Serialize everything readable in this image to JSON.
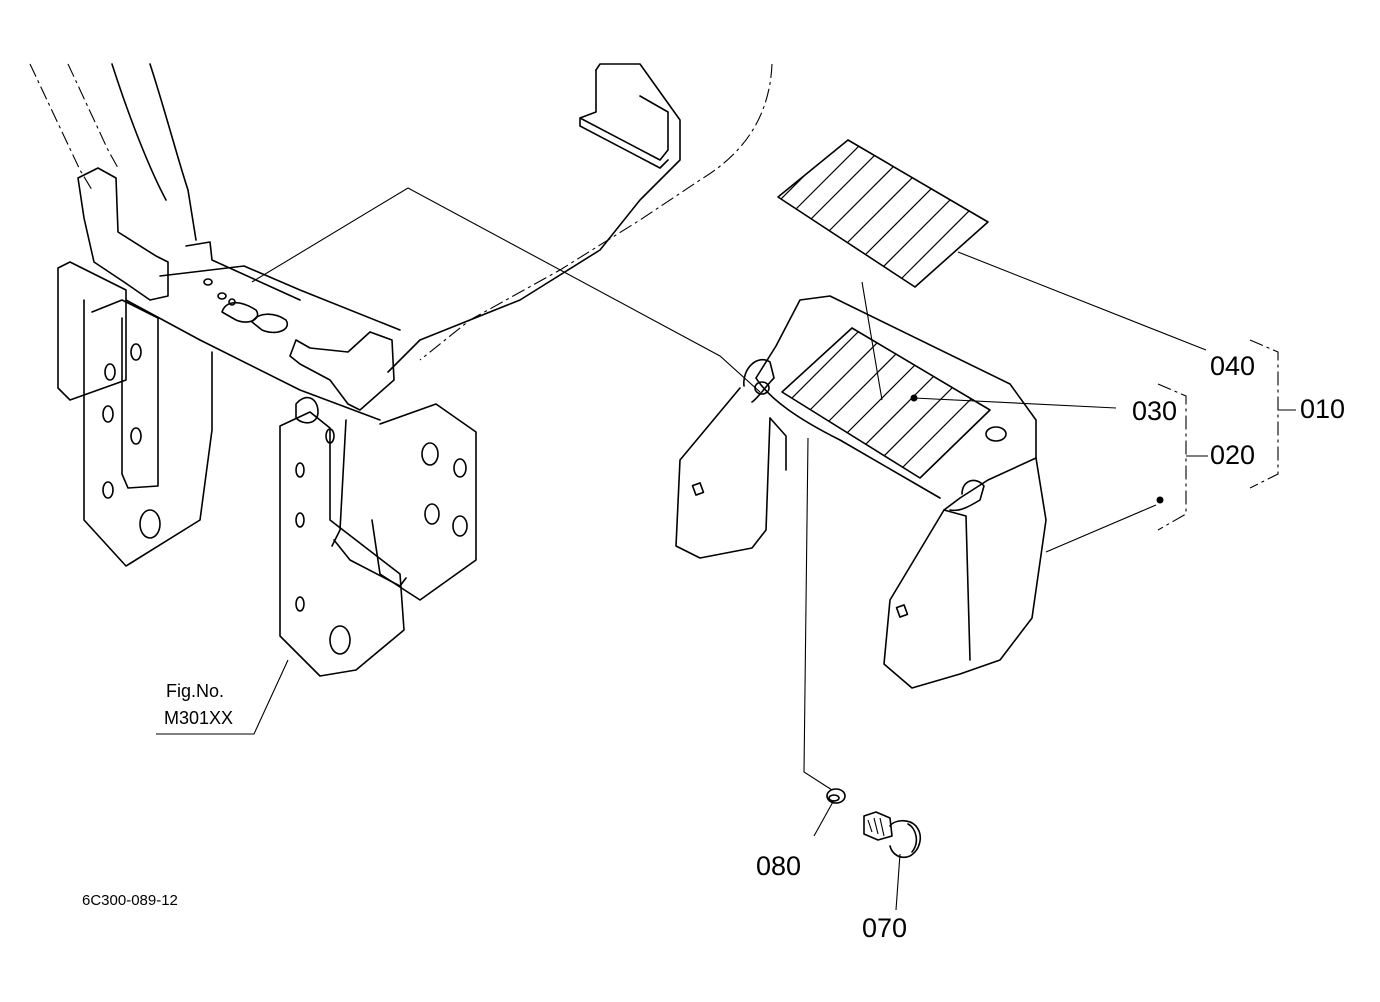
{
  "callouts": {
    "c010": "010",
    "c020": "020",
    "c030": "030",
    "c040": "040",
    "c070": "070",
    "c080": "080"
  },
  "reference": {
    "label": "Fig.No.",
    "figure": "M301XX"
  },
  "drawing_code": "6C300-089-12"
}
